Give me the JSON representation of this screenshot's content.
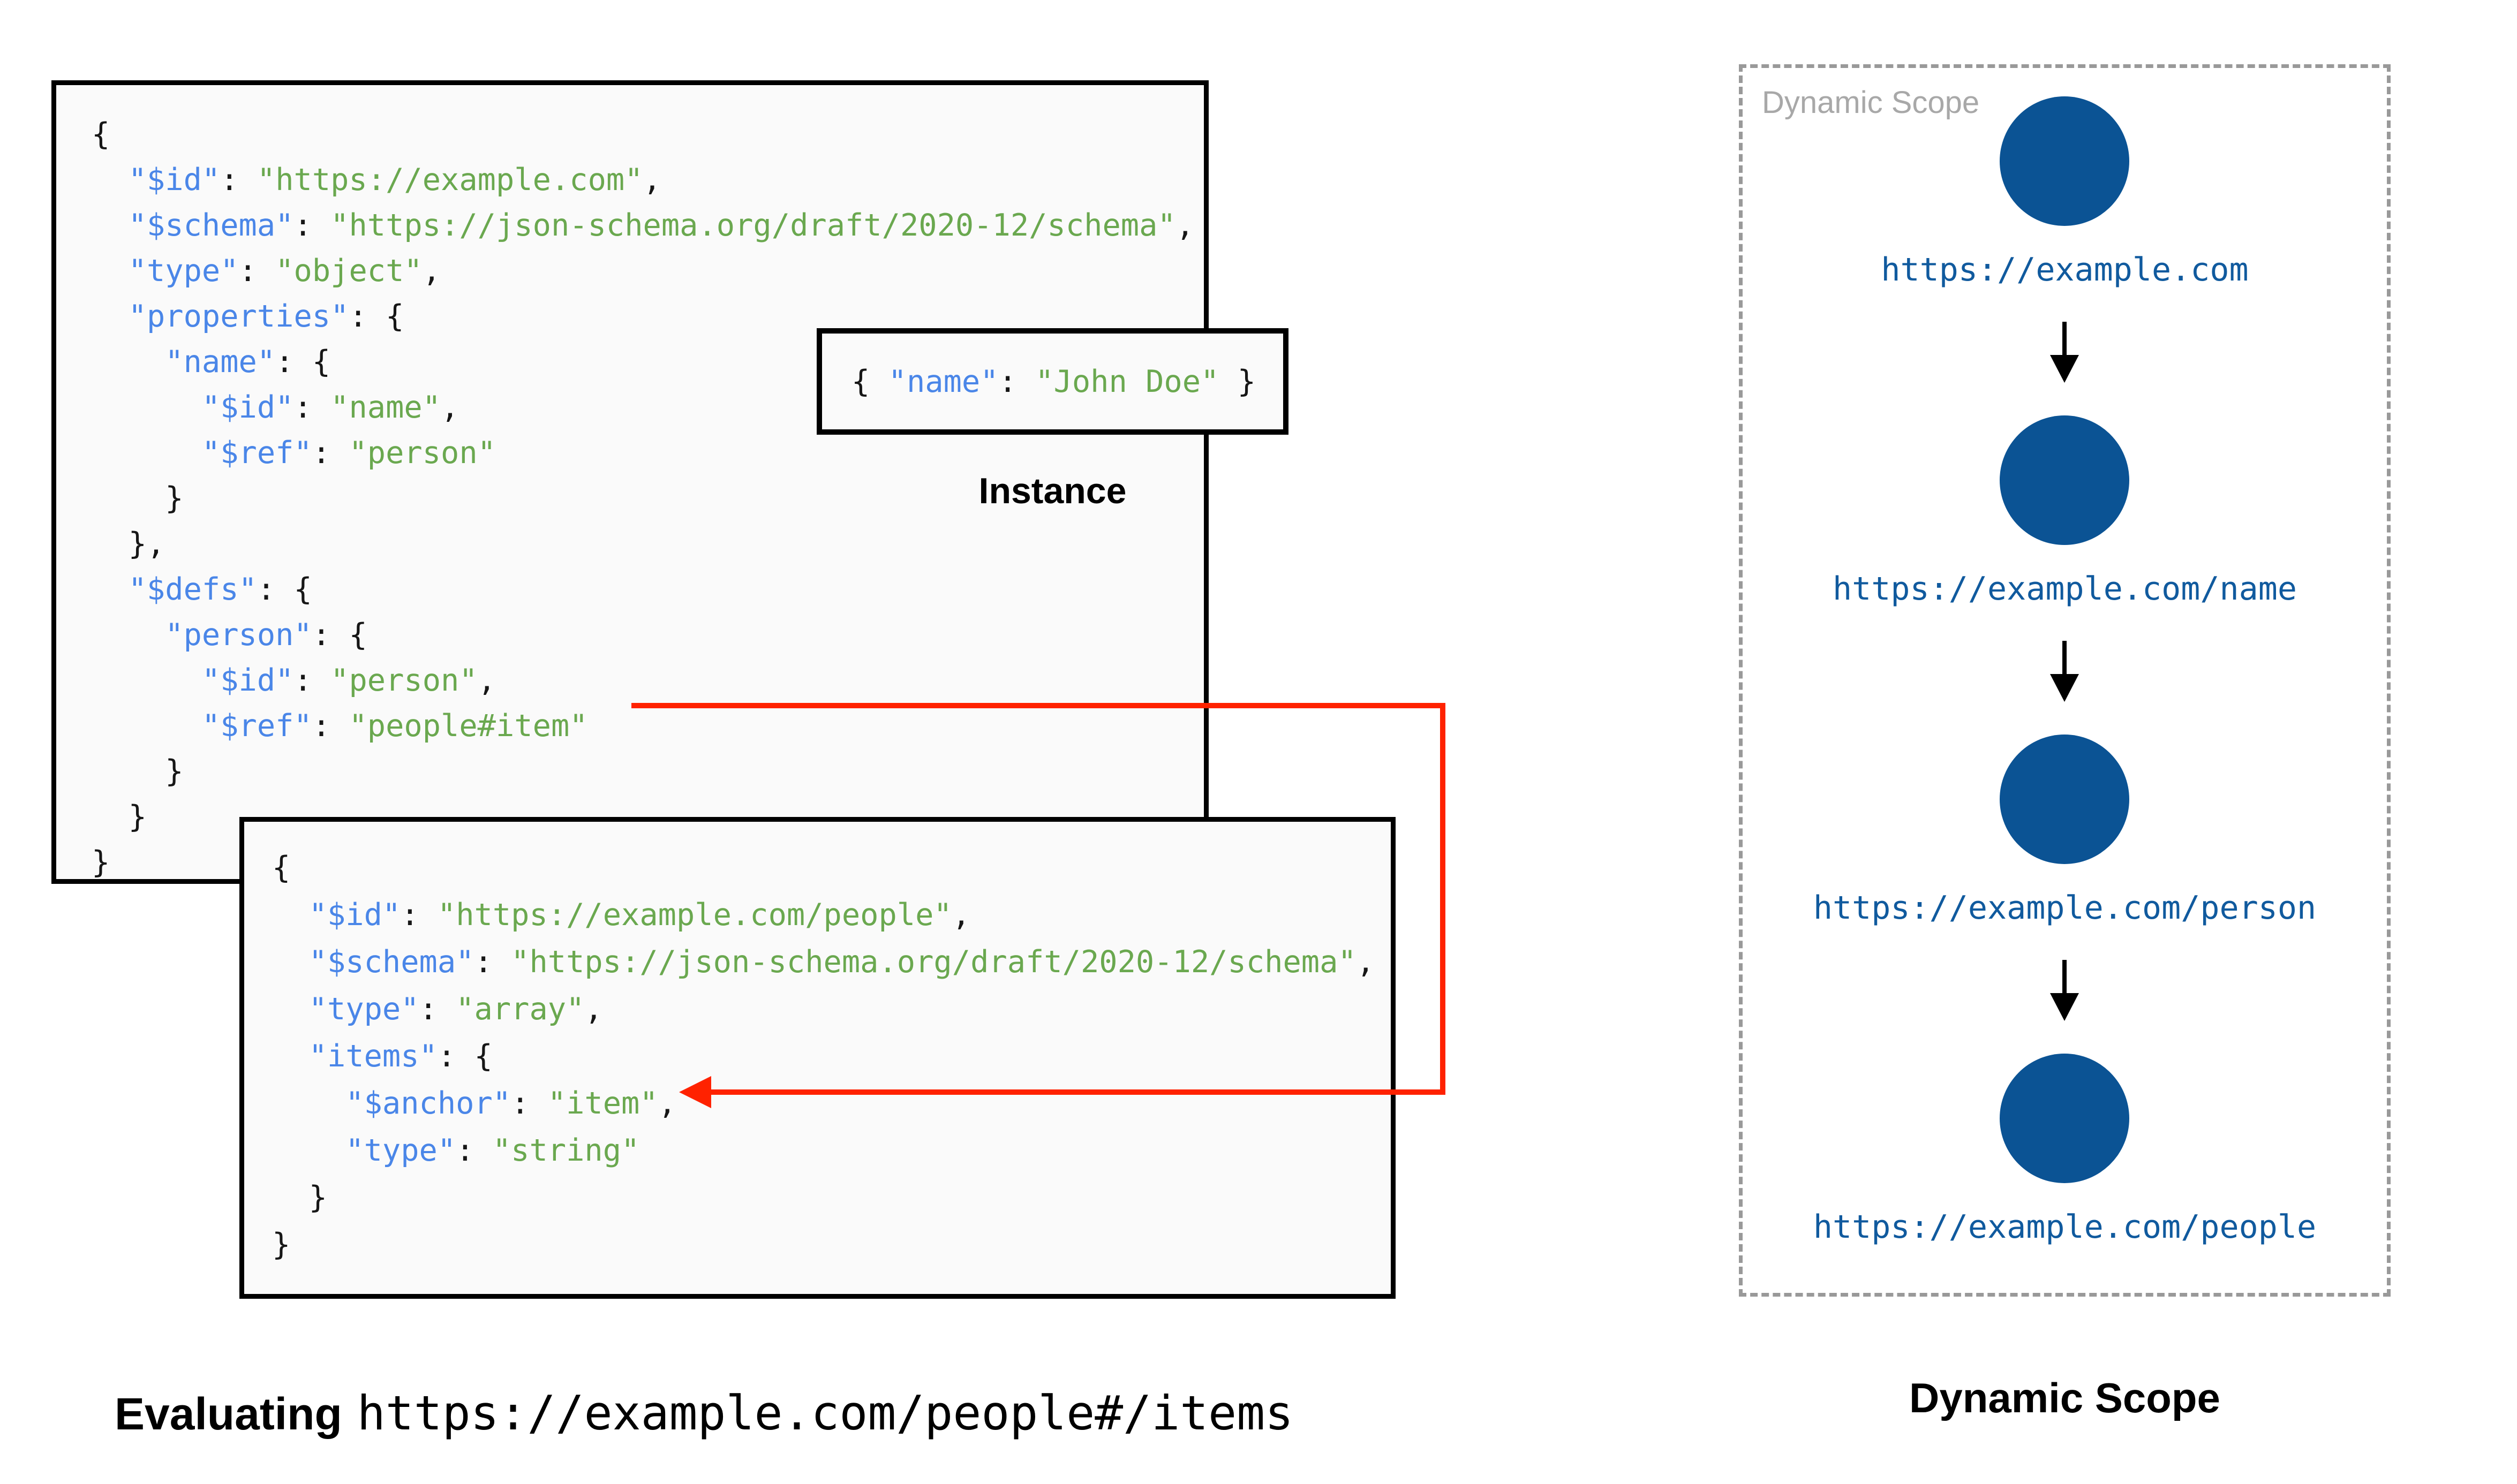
{
  "palette": {
    "key_color": "#4a86e8",
    "string_color": "#6aa84f",
    "code_color": "#161616",
    "accent_red": "#ff2200",
    "node_blue": "#0b5394",
    "url_blue": "#105a9e",
    "muted_gray": "#a8a8a8",
    "box_fill": "#fafafa",
    "box_border": "#000000"
  },
  "schema_a": {
    "lines": [
      [
        {
          "t": "{"
        }
      ],
      [
        {
          "t": "  "
        },
        {
          "t": "\"$id\"",
          "c": "k"
        },
        {
          "t": ": "
        },
        {
          "t": "\"https://example.com\"",
          "c": "s"
        },
        {
          "t": ","
        }
      ],
      [
        {
          "t": "  "
        },
        {
          "t": "\"$schema\"",
          "c": "k"
        },
        {
          "t": ": "
        },
        {
          "t": "\"https://json-schema.org/draft/2020-12/schema\"",
          "c": "s"
        },
        {
          "t": ","
        }
      ],
      [
        {
          "t": "  "
        },
        {
          "t": "\"type\"",
          "c": "k"
        },
        {
          "t": ": "
        },
        {
          "t": "\"object\"",
          "c": "s"
        },
        {
          "t": ","
        }
      ],
      [
        {
          "t": "  "
        },
        {
          "t": "\"properties\"",
          "c": "k"
        },
        {
          "t": ": {"
        }
      ],
      [
        {
          "t": "    "
        },
        {
          "t": "\"name\"",
          "c": "k"
        },
        {
          "t": ": {"
        }
      ],
      [
        {
          "t": "      "
        },
        {
          "t": "\"$id\"",
          "c": "k"
        },
        {
          "t": ": "
        },
        {
          "t": "\"name\"",
          "c": "s"
        },
        {
          "t": ","
        }
      ],
      [
        {
          "t": "      "
        },
        {
          "t": "\"$ref\"",
          "c": "k"
        },
        {
          "t": ": "
        },
        {
          "t": "\"person\"",
          "c": "s"
        }
      ],
      [
        {
          "t": "    }"
        }
      ],
      [
        {
          "t": "  },"
        }
      ],
      [
        {
          "t": "  "
        },
        {
          "t": "\"$defs\"",
          "c": "k"
        },
        {
          "t": ": {"
        }
      ],
      [
        {
          "t": "    "
        },
        {
          "t": "\"person\"",
          "c": "k"
        },
        {
          "t": ": {"
        }
      ],
      [
        {
          "t": "      "
        },
        {
          "t": "\"$id\"",
          "c": "k"
        },
        {
          "t": ": "
        },
        {
          "t": "\"person\"",
          "c": "s"
        },
        {
          "t": ","
        }
      ],
      [
        {
          "t": "      "
        },
        {
          "t": "\"$ref\"",
          "c": "k"
        },
        {
          "t": ": "
        },
        {
          "t": "\"people#item\"",
          "c": "s"
        }
      ],
      [
        {
          "t": "    }"
        }
      ],
      [
        {
          "t": "  }"
        }
      ],
      [
        {
          "t": "}"
        }
      ]
    ]
  },
  "schema_b": {
    "lines": [
      [
        {
          "t": "{"
        }
      ],
      [
        {
          "t": "  "
        },
        {
          "t": "\"$id\"",
          "c": "k"
        },
        {
          "t": ": "
        },
        {
          "t": "\"https://example.com/people\"",
          "c": "s"
        },
        {
          "t": ","
        }
      ],
      [
        {
          "t": "  "
        },
        {
          "t": "\"$schema\"",
          "c": "k"
        },
        {
          "t": ": "
        },
        {
          "t": "\"https://json-schema.org/draft/2020-12/schema\"",
          "c": "s"
        },
        {
          "t": ","
        }
      ],
      [
        {
          "t": "  "
        },
        {
          "t": "\"type\"",
          "c": "k"
        },
        {
          "t": ": "
        },
        {
          "t": "\"array\"",
          "c": "s"
        },
        {
          "t": ","
        }
      ],
      [
        {
          "t": "  "
        },
        {
          "t": "\"items\"",
          "c": "k"
        },
        {
          "t": ": {"
        }
      ],
      [
        {
          "t": "    "
        },
        {
          "t": "\"$anchor\"",
          "c": "k"
        },
        {
          "t": ": "
        },
        {
          "t": "\"item\"",
          "c": "s"
        },
        {
          "t": ","
        }
      ],
      [
        {
          "t": "    "
        },
        {
          "t": "\"type\"",
          "c": "k"
        },
        {
          "t": ": "
        },
        {
          "t": "\"string\"",
          "c": "s"
        }
      ],
      [
        {
          "t": "  }"
        }
      ],
      [
        {
          "t": "}"
        }
      ]
    ]
  },
  "instance": {
    "code": [
      [
        {
          "t": "{ "
        },
        {
          "t": "\"name\"",
          "c": "k"
        },
        {
          "t": ": "
        },
        {
          "t": "\"John Doe\"",
          "c": "s"
        },
        {
          "t": " }"
        }
      ]
    ],
    "label": "Instance"
  },
  "evaluating": {
    "prefix": "Evaluating",
    "uri": "https://example.com/people#/items"
  },
  "scope": {
    "title": "Dynamic Scope",
    "caption": "Dynamic Scope",
    "nodes": [
      {
        "label": "https://example.com"
      },
      {
        "label": "https://example.com/name"
      },
      {
        "label": "https://example.com/person"
      },
      {
        "label": "https://example.com/people"
      }
    ]
  }
}
